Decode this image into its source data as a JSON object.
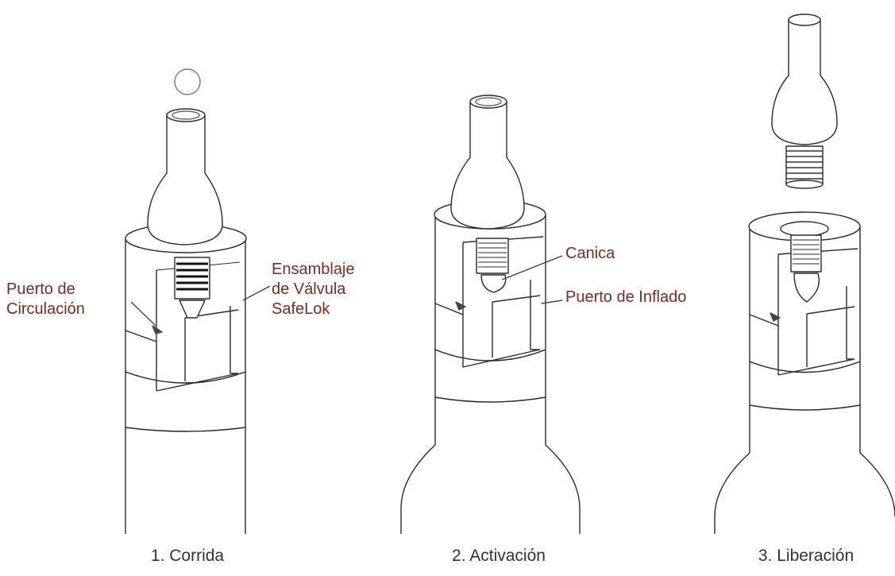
{
  "callouts": {
    "circulation_port": [
      "Puerto de",
      "Circulación"
    ],
    "valve_assembly": [
      "Ensamblaje",
      "de Válvula",
      "SafeLok"
    ],
    "ball": "Canica",
    "inflation_port": "Puerto de Inflado"
  },
  "steps": [
    {
      "label": "1. Corrida"
    },
    {
      "label": "2. Activación"
    },
    {
      "label": "3. Liberación"
    }
  ],
  "colors": {
    "callout_text": "#7a2b22",
    "step_text": "#333333",
    "line_art": "#2a2a2a"
  }
}
